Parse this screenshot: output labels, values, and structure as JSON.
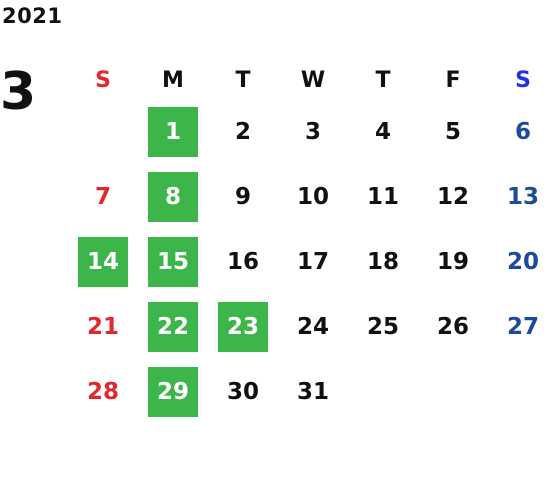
{
  "calendar": {
    "year": "2021",
    "month": "3",
    "weekdays": [
      "S",
      "M",
      "T",
      "W",
      "T",
      "F",
      "S"
    ],
    "weeks": [
      [
        "",
        "1",
        "2",
        "3",
        "4",
        "5",
        "6"
      ],
      [
        "7",
        "8",
        "9",
        "10",
        "11",
        "12",
        "13"
      ],
      [
        "14",
        "15",
        "16",
        "17",
        "18",
        "19",
        "20"
      ],
      [
        "21",
        "22",
        "23",
        "24",
        "25",
        "26",
        "27"
      ],
      [
        "28",
        "29",
        "30",
        "31",
        "",
        "",
        ""
      ]
    ],
    "highlighted_days": [
      "1",
      "8",
      "14",
      "15",
      "22",
      "23",
      "29"
    ],
    "colors": {
      "sunday": "#e0282e",
      "saturday_header": "#1f34e0",
      "saturday": "#1a4b9c",
      "highlight": "#3cb54a",
      "text": "#111111"
    }
  }
}
